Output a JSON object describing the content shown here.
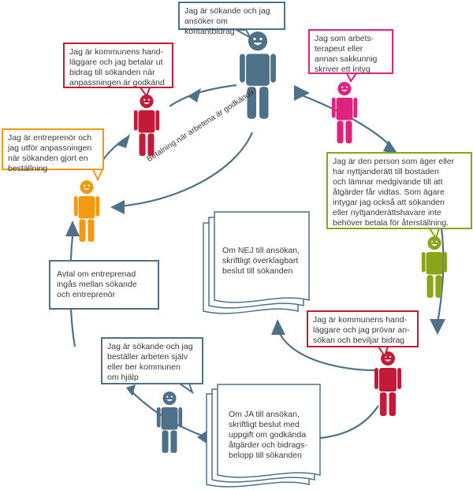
{
  "colors": {
    "steel": "#4f7187",
    "magenta": "#e0227e",
    "red": "#c41a3a",
    "orange": "#f39a11",
    "olive": "#8aa51a",
    "cycle_line": "#4f7187"
  },
  "bubbles": {
    "applicant_top": "Jag är sökande och jag\nansöker om kontantbidrag",
    "therapist": "Jag som arbets-\nterapeut eller\nannan sakkunnig\nskriver ett intyg",
    "owner": "Jag är den person som äger eller\nhar nyttjanderätt till bostaden\noch lämnar medgivande till att\nåtgärder får vidtas. Som ägare\nintygar jag också att sökanden\neller nyttjanderättshavare inte\nbehöver betala för återställning.",
    "officer_review": "Jag är kommunens hand-\nläggare och jag prövar an-\nsökan och beviljar bidrag",
    "applicant_bottom": "Jag är sökande och jag\nbeställer arbeten själv\neller ber kommunen\nom hjälp",
    "contractor": "Jag är entreprenör och\njag utför anpassningen\nnär sökanden gjort en\nbeställning",
    "officer_pay": "Jag är kommunens hand-\nläggare och jag betalar ut\nbidrag till sökanden när\nanpassningen är godkänd"
  },
  "documents": {
    "no_decision": "Om NEJ till ansökan,\nskriftligt överklagbart\nbeslut till sökanden",
    "yes_decision": "Om JA till ansökan,\nskriftligt beslut med\nuppgift om godkända\nåtgärder och bidrags-\nbelopp till sökanden"
  },
  "labels": {
    "contract": "Avtal om entreprenad\ningås mellan sökande\noch entreprenör",
    "payment": "Betalning när arbetena är godkända"
  }
}
